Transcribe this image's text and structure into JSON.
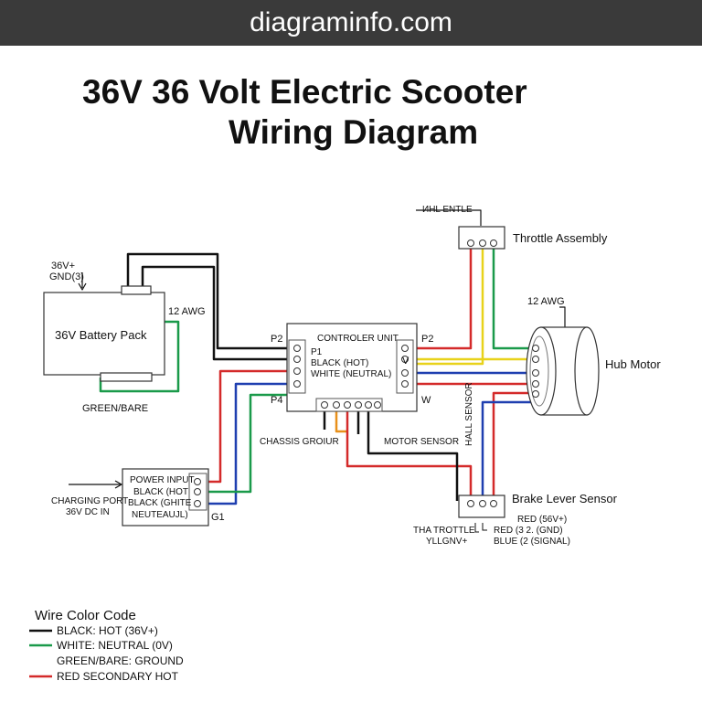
{
  "site": "diagraminfo.com",
  "title_line1": "36V 36 Volt Electric Scooter",
  "title_line2": "Wiring Diagram",
  "battery": {
    "label": "36V Battery Pack",
    "terminal_top": "36V+",
    "terminal_bottom": "GND(3)",
    "wire_gauge": "12 AWG",
    "ground_label": "GREEN/BARE"
  },
  "controller": {
    "label": "CONTROLER UNIT",
    "p1": "P1",
    "p1_line1": "BLACK (HOT)",
    "p1_line2": "WHITE (NEUTRAL)",
    "p2_left": "P2",
    "p2_right": "P2",
    "p4": "P4",
    "v": "V",
    "w": "W",
    "chassis_ground": "CHASSIS GROIUR",
    "motor_sensor": "MOTOR SENSOR"
  },
  "throttle": {
    "label": "Throttle Assembly",
    "top_label": "ИHL ENTLE"
  },
  "hub_motor": {
    "label": "Hub Motor",
    "gauge": "12 AWG",
    "hall_sensor": "HALL SENSOR"
  },
  "power_input": {
    "title": "POWER INPUT",
    "line1": "BLACK (HOT",
    "line2": "BLACK (GHITE",
    "line3": "NEUTEAUJL)",
    "g1": "G1",
    "charging_port": "CHARGING PORT",
    "charging_volts": "36V DC IN"
  },
  "brake": {
    "label": "Brake Lever Sensor",
    "red_line1": "RED (56V+)",
    "thro_label": "THA TROTTLE",
    "red_line2": "RED (3 2. (GND)",
    "yellow_label": "YLLGNV+",
    "blue_label": "BLUE (2 (SIGNAL)"
  },
  "legend": {
    "title": "Wire Color Code",
    "items": [
      {
        "label": "BLACK: HOT (36V+)",
        "color": "#111111"
      },
      {
        "label": "WHITE: NEUTRAL (0V)",
        "color": "#1a9a4a"
      },
      {
        "label": "GREEN/BARE: GROUND",
        "color": "#ffffff"
      },
      {
        "label": "RED SECONDARY HOT",
        "color": "#d42a2a"
      }
    ]
  },
  "colors": {
    "black": "#111111",
    "red": "#d42a2a",
    "green": "#1a9a4a",
    "blue": "#1f3fb0",
    "yellow": "#e8d21a",
    "orange": "#e8901a"
  }
}
